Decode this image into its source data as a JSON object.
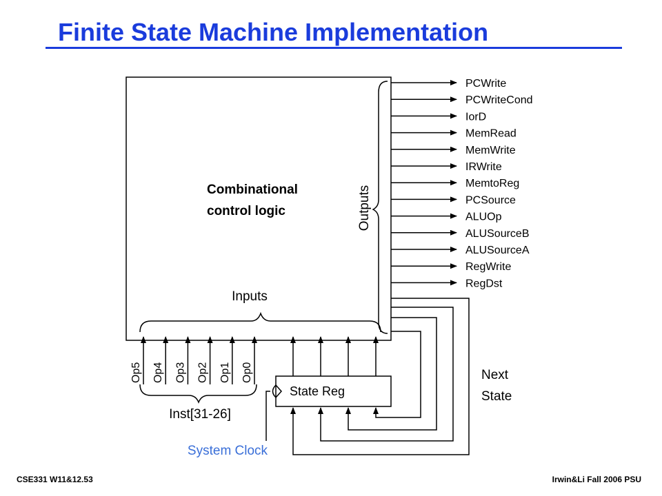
{
  "slide": {
    "title": "Finite State Machine Implementation",
    "footer_left": "CSE331  W11&12.53",
    "footer_right": "Irwin&Li Fall 2006 PSU"
  },
  "diagram": {
    "logic_block_label_line1": "Combinational",
    "logic_block_label_line2": "control logic",
    "outputs_label": "Outputs",
    "inputs_label": "Inputs",
    "state_reg_label": "State Reg",
    "inst_label": "Inst[31-26]",
    "clock_label": "System Clock",
    "next_state_line1": "Next",
    "next_state_line2": "State",
    "op_inputs": [
      "Op5",
      "Op4",
      "Op3",
      "Op2",
      "Op1",
      "Op0"
    ],
    "output_signals": [
      "PCWrite",
      "PCWriteCond",
      "IorD",
      "MemRead",
      "MemWrite",
      "IRWrite",
      "MemtoReg",
      "PCSource",
      "ALUOp",
      "ALUSourceB",
      "ALUSourceA",
      "RegWrite",
      "RegDst"
    ],
    "colors": {
      "title": "#1a3cdc",
      "clock": "#3a6fd8",
      "lines": "#000000"
    }
  }
}
